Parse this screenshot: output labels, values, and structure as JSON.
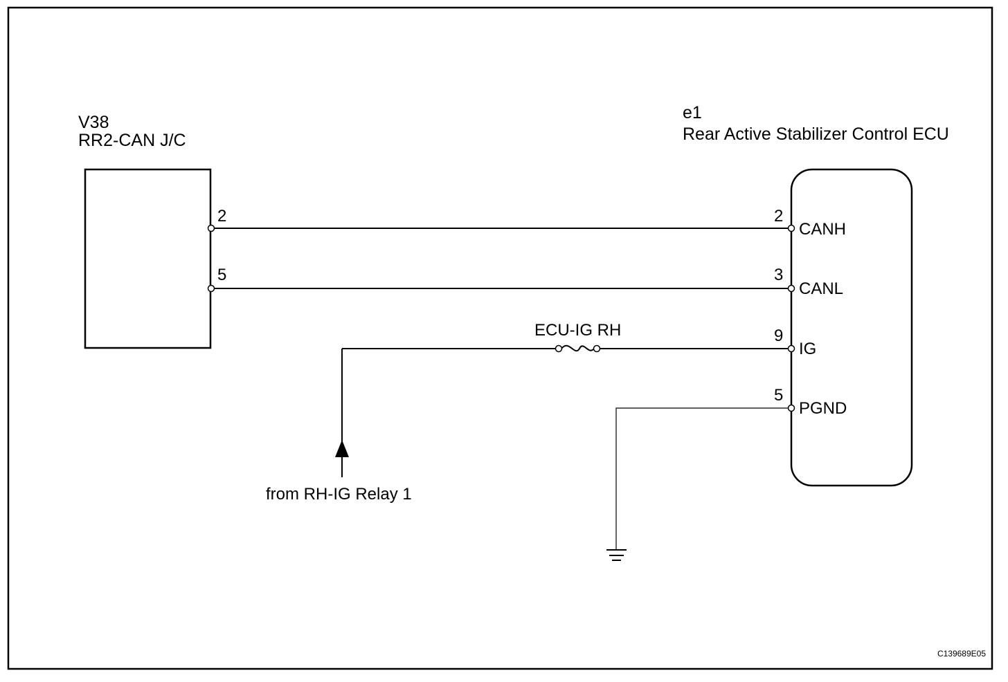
{
  "left_component": {
    "code": "V38",
    "name": "RR2-CAN J/C",
    "pins": [
      "2",
      "5"
    ]
  },
  "right_component": {
    "code": "e1",
    "name": "Rear Active Stabilizer Control ECU",
    "pins": [
      {
        "number": "2",
        "signal": "CANH"
      },
      {
        "number": "3",
        "signal": "CANL"
      },
      {
        "number": "9",
        "signal": "IG"
      },
      {
        "number": "5",
        "signal": "PGND"
      }
    ]
  },
  "fuse": {
    "label": "ECU-IG RH"
  },
  "power_source": {
    "label": "from RH-IG Relay 1"
  },
  "figure_code": "C139689E05"
}
